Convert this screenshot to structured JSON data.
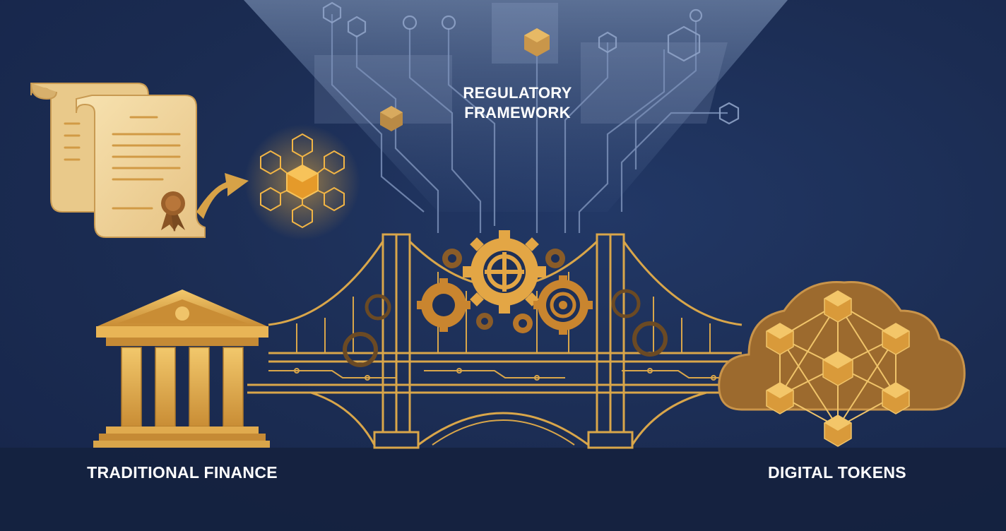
{
  "labels": {
    "regulatory_line1": "REGULATORY",
    "regulatory_line2": "FRAMEWORK",
    "traditional": "TRADITIONAL FINANCE",
    "digital": "DIGITAL TOKENS"
  },
  "colors": {
    "background": "#1d2f57",
    "gold": "#d9a64a",
    "gold_light": "#f0c46a",
    "bronze": "#b87a2c",
    "parchment": "#f3dca8",
    "cloud": "#9c6a2e",
    "text": "#ffffff"
  },
  "icons": [
    "document-scroll-icon",
    "arrow-icon",
    "blockchain-cluster-icon",
    "bank-building-icon",
    "bridge-icon",
    "gear-icon",
    "token-cloud-icon",
    "circuit-funnel-icon"
  ]
}
